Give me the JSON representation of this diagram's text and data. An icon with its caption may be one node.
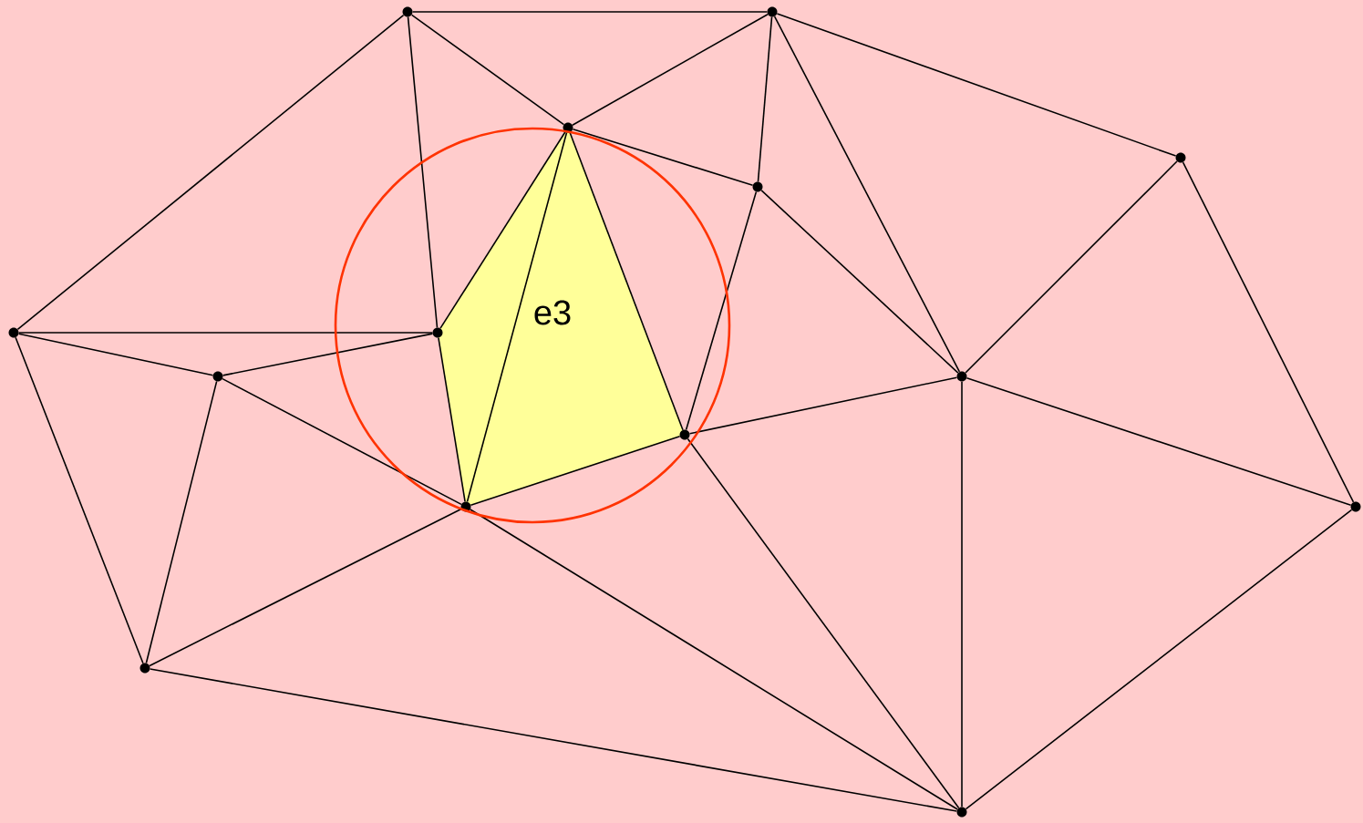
{
  "diagram": {
    "nodes": [
      {
        "text": [],
        "shape": "circle"
      },
      {
        "text": [],
        "shape": "circle"
      },
      {
        "text": [],
        "shape": "circle"
      },
      {
        "text": [],
        "shape": "circle"
      },
      {
        "text": [],
        "shape": "circle"
      },
      {
        "text": [],
        "shape": "circle"
      },
      {
        "text": [],
        "shape": "circle"
      },
      {
        "text": [],
        "shape": "circle"
      },
      {
        "text": [],
        "shape": "circle"
      },
      {
        "text": [],
        "shape": "circle"
      },
      {
        "text": [],
        "shape": "circle"
      },
      {
        "text": [],
        "shape": "circle"
      },
      {
        "text": [],
        "shape": "circle"
      },
      {
        "text": [],
        "shape": "circle"
      }
    ],
    "edges": [
      {
        "from": 0,
        "to": 1,
        "arrow": "none"
      },
      {
        "from": 0,
        "to": 2,
        "arrow": "none"
      },
      {
        "from": 0,
        "to": 5,
        "arrow": "none"
      },
      {
        "from": 0,
        "to": 6,
        "arrow": "none"
      },
      {
        "from": 1,
        "to": 2,
        "arrow": "none"
      },
      {
        "from": 1,
        "to": 4,
        "arrow": "none"
      },
      {
        "from": 1,
        "to": 3,
        "arrow": "none"
      },
      {
        "from": 1,
        "to": 8,
        "arrow": "none"
      },
      {
        "from": 2,
        "to": 4,
        "arrow": "none"
      },
      {
        "from": 2,
        "to": 6,
        "arrow": "none"
      },
      {
        "from": 2,
        "to": 10,
        "arrow": "none"
      },
      {
        "from": 2,
        "to": 9,
        "arrow": "none"
      },
      {
        "from": 4,
        "to": 9,
        "arrow": "none"
      },
      {
        "from": 4,
        "to": 8,
        "arrow": "none"
      },
      {
        "from": 3,
        "to": 8,
        "arrow": "none"
      },
      {
        "from": 3,
        "to": 11,
        "arrow": "none"
      },
      {
        "from": 5,
        "to": 6,
        "arrow": "none"
      },
      {
        "from": 5,
        "to": 7,
        "arrow": "none"
      },
      {
        "from": 5,
        "to": 12,
        "arrow": "none"
      },
      {
        "from": 6,
        "to": 7,
        "arrow": "none"
      },
      {
        "from": 6,
        "to": 10,
        "arrow": "none"
      },
      {
        "from": 7,
        "to": 10,
        "arrow": "none"
      },
      {
        "from": 7,
        "to": 12,
        "arrow": "none"
      },
      {
        "from": 8,
        "to": 9,
        "arrow": "none"
      },
      {
        "from": 8,
        "to": 11,
        "arrow": "none"
      },
      {
        "from": 8,
        "to": 13,
        "arrow": "none"
      },
      {
        "from": 9,
        "to": 10,
        "arrow": "none"
      },
      {
        "from": 9,
        "to": 13,
        "arrow": "none"
      },
      {
        "from": 10,
        "to": 12,
        "arrow": "none"
      },
      {
        "from": 10,
        "to": 13,
        "arrow": "none"
      },
      {
        "from": 11,
        "to": 13,
        "arrow": "none"
      },
      {
        "from": 12,
        "to": 13,
        "arrow": "none"
      }
    ],
    "labels": [
      "e3"
    ]
  }
}
